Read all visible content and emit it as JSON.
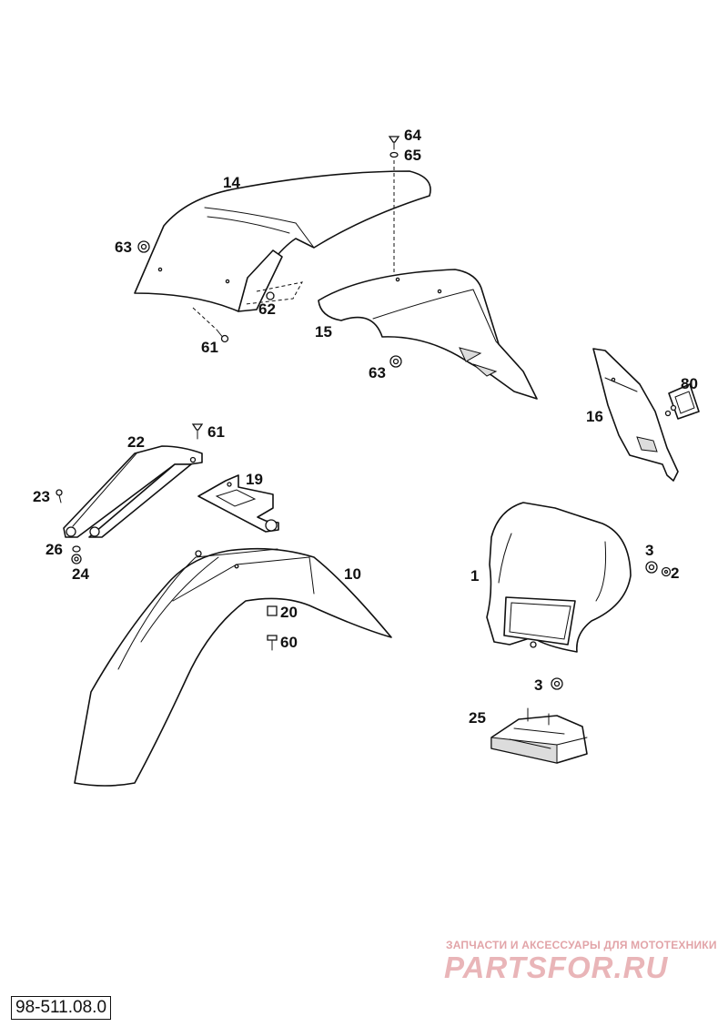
{
  "callouts": {
    "c14": "14",
    "c64": "64",
    "c65": "65",
    "c63a": "63",
    "c62": "62",
    "c61a": "61",
    "c15": "15",
    "c63b": "63",
    "c80": "80",
    "c16": "16",
    "c22": "22",
    "c61b": "61",
    "c19": "19",
    "c23": "23",
    "c26": "26",
    "c24": "24",
    "c10": "10",
    "c20": "20",
    "c60": "60",
    "c3a": "3",
    "c1": "1",
    "c2": "2",
    "c3b": "3",
    "c25": "25"
  },
  "watermark": {
    "tagline": "ЗАПЧАСТИ И АКСЕССУАРЫ ДЛЯ МОТОТЕХНИКИ",
    "logo": "PARTSFOR.RU"
  },
  "figure_number": "98-511.08.0",
  "colors": {
    "line": "#111111",
    "watermark": "#e9b5b8"
  }
}
